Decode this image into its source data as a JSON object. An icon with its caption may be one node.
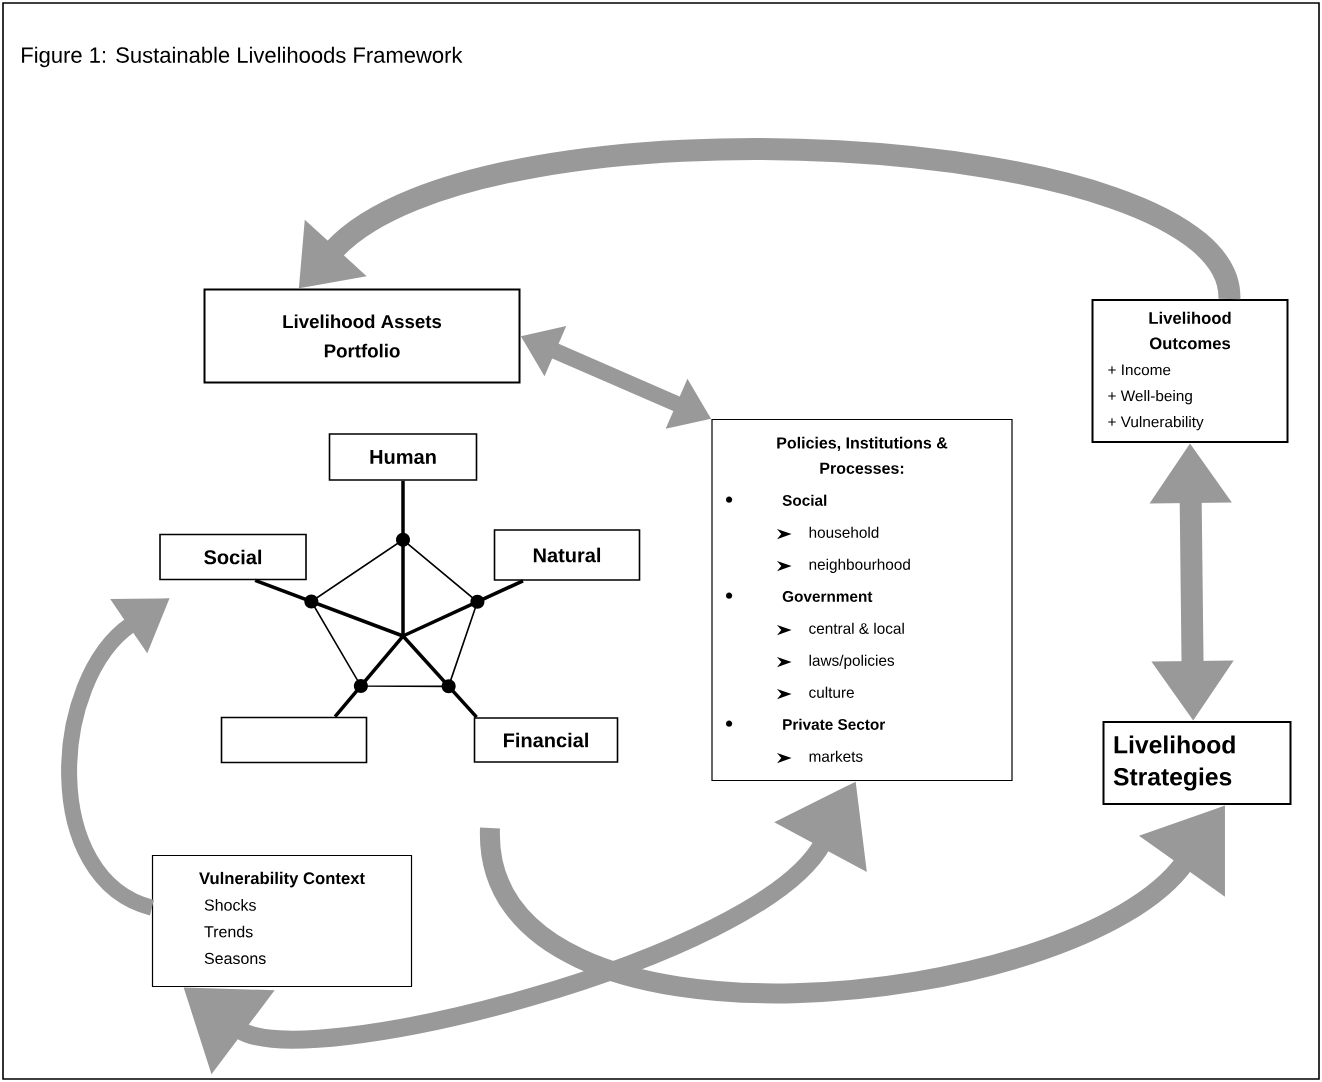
{
  "diagram": {
    "title": "Figure 1: Sustainable Livelihoods Framework",
    "nodes": [
      {
        "text": [
          "Livelihood Assets Portfolio"
        ]
      },
      {
        "text": [
          "Human"
        ]
      },
      {
        "text": [
          "Natural"
        ]
      },
      {
        "text": [
          "Social"
        ]
      },
      {
        "text": [],
        "shape": "box"
      },
      {
        "text": [
          "Financial"
        ]
      },
      {
        "text": [
          "Policies, Institutions & Processes:",
          "Social",
          "household",
          "neighbourhood",
          "Government",
          "central & local",
          "laws/policies",
          "culture",
          "Private Sector",
          "markets"
        ]
      },
      {
        "text": [
          "Livelihood Outcomes",
          "+ Income",
          "+ Well-being",
          "+ Vulnerability"
        ]
      },
      {
        "text": [
          "Livelihood Strategies"
        ]
      },
      {
        "text": [
          "Vulnerability Context",
          "Shocks",
          "Trends",
          "Seasons"
        ]
      },
      {
        "text": [],
        "shape": "pentagon"
      }
    ],
    "edges": [
      {
        "from": 7,
        "to": 0,
        "arrow": "to"
      },
      {
        "from": 0,
        "to": 6,
        "arrow": "both"
      },
      {
        "from": 7,
        "to": 8,
        "arrow": "both"
      },
      {
        "from": 9,
        "to": null,
        "arrow": "to"
      },
      {
        "from": null,
        "to": 8,
        "arrow": "to"
      },
      {
        "from": 9,
        "to": 6,
        "arrow": "both"
      },
      {
        "from": 1,
        "to": 10,
        "arrow": "none",
        "color": "#000000"
      },
      {
        "from": 2,
        "to": 10,
        "arrow": "none",
        "color": "#000000"
      },
      {
        "from": 3,
        "to": 10,
        "arrow": "none",
        "color": "#000000"
      },
      {
        "from": 4,
        "to": 10,
        "arrow": "none",
        "color": "#000000"
      },
      {
        "from": 5,
        "to": 10,
        "arrow": "none",
        "color": "#000000"
      }
    ]
  }
}
